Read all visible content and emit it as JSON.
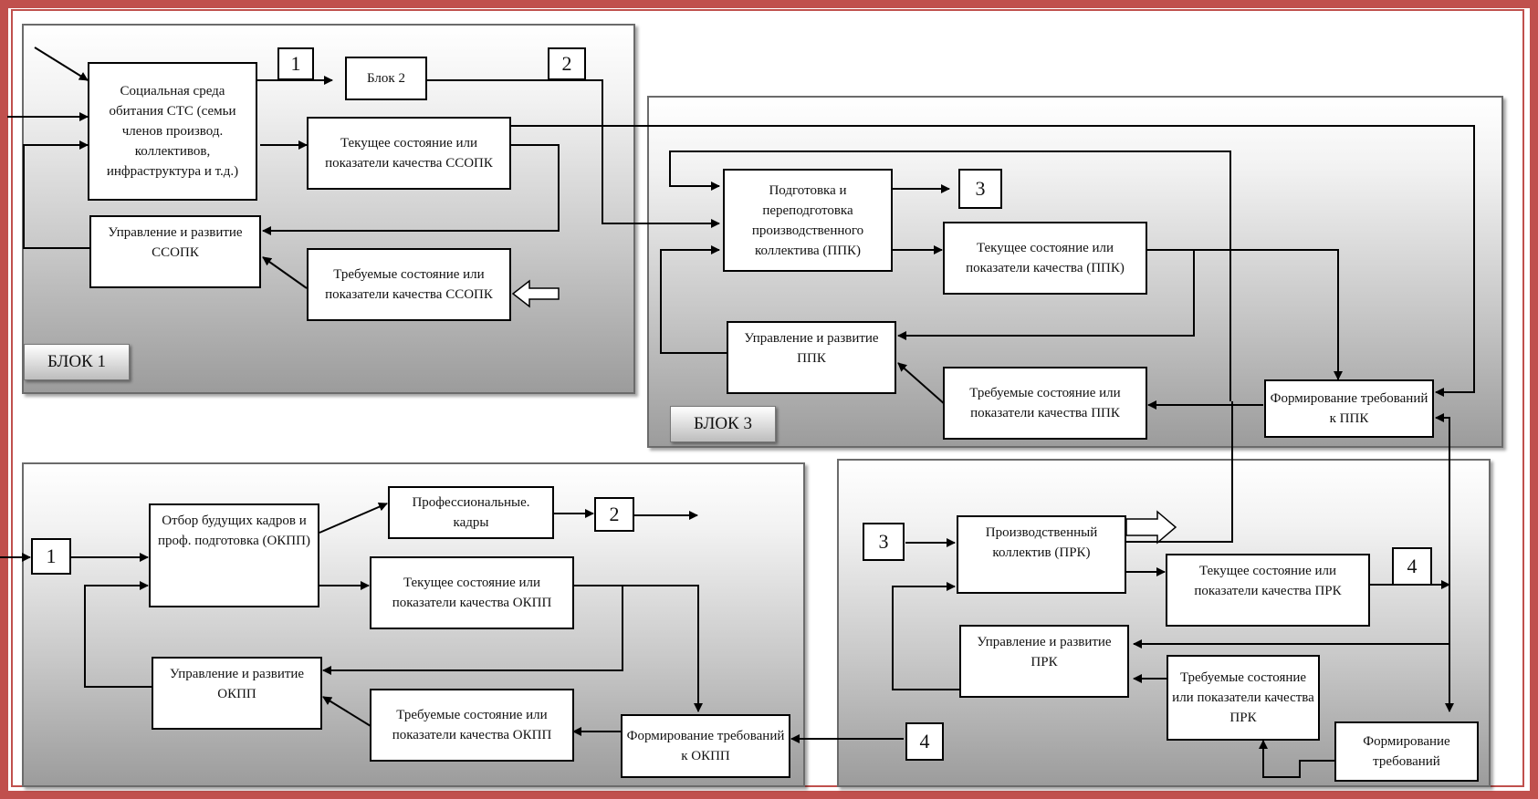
{
  "block1": {
    "label": "БЛОК 1",
    "social_env": "Социальная среда обитания СТС (семьи членов производ. коллективов, инфраструктура и т.д.)",
    "block2_ref": "Блок 2",
    "current_state": "Текущее состояние или показатели качества ССОПК",
    "management": "Управление и развитие ССОПК",
    "required_state": "Требуемые состояние или показатели качества ССОПК",
    "connector_1": "1",
    "connector_2": "2"
  },
  "block3": {
    "label": "БЛОК 3",
    "training": "Подготовка и переподготовка производственного коллектива (ППК)",
    "connector_3": "3",
    "current_state": "Текущее состояние или показатели качества (ППК)",
    "management": "Управление и развитие ППК",
    "required_state": "Требуемые состояние или показатели качества ППК",
    "requirements": "Формирование требований к ППК"
  },
  "block_okpp": {
    "connector_1": "1",
    "selection": "Отбор будущих кадров и проф. подготовка (ОКПП)",
    "professionals": "Профессиональные. кадры",
    "connector_2": "2",
    "current_state": "Текущее состояние или показатели качества ОКПП",
    "management": "Управление и развитие ОКПП",
    "required_state": "Требуемые состояние или показатели качества ОКПП",
    "requirements": "Формирование требований к ОКПП",
    "connector_4": "4"
  },
  "block_prk": {
    "connector_3": "3",
    "collective": "Производственный коллектив (ПРК)",
    "current_state": "Текущее состояние или показатели качества ПРК",
    "connector_4": "4",
    "management": "Управление и развитие ПРК",
    "required_state": "Требуемые состояние или показатели качества ПРК",
    "requirements": "Формирование требований"
  },
  "colors": {
    "frame": "#c0504d",
    "panel_border": "#6b6b6b",
    "line": "#000000"
  }
}
